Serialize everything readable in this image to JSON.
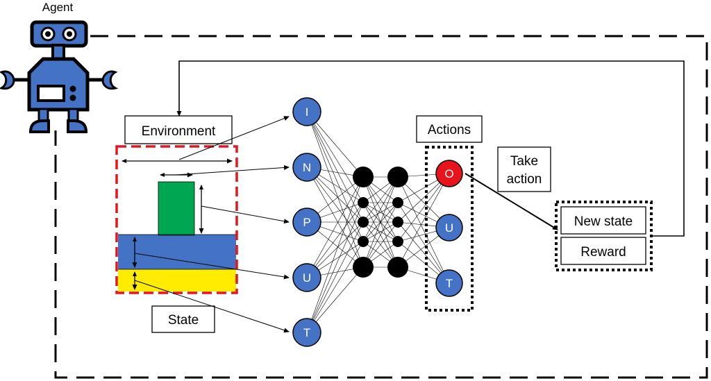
{
  "agent": {
    "label": "Agent",
    "icon": "robot-agent-icon"
  },
  "environment": {
    "label": "Environment"
  },
  "state": {
    "label": "State"
  },
  "actions": {
    "label": "Actions"
  },
  "take_action": {
    "line1": "Take",
    "line2": "action"
  },
  "outcome": {
    "new_state": "New state",
    "reward": "Reward"
  },
  "input_nodes": [
    "I",
    "N",
    "P",
    "U",
    "T"
  ],
  "output_nodes": [
    "O",
    "U",
    "T"
  ],
  "colors": {
    "node_blue": "#4472c4",
    "node_red": "#e8141c",
    "green_block": "#00a651",
    "blue_layer": "#4472c4",
    "yellow_layer": "#ffec00",
    "env_border": "#e8141c",
    "hidden_node": "#000000"
  }
}
